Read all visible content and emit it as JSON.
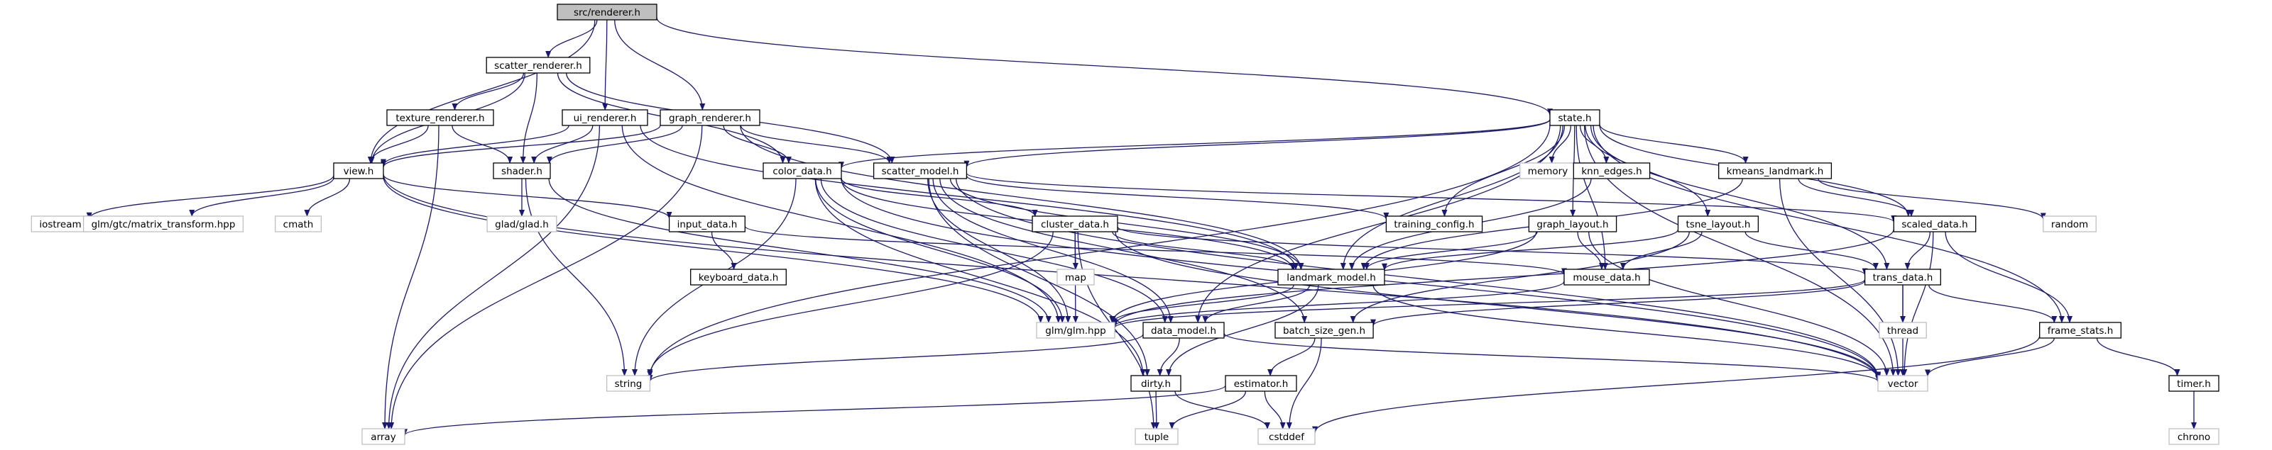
{
  "colors": {
    "edge": "#191970",
    "root_fill": "#bfbfbf",
    "header_border": "#000000",
    "system_border": "#bfbfbf",
    "node_fill": "#ffffff"
  },
  "nodes": [
    {
      "id": "renderer",
      "label": "src/renderer.h",
      "kind": "root"
    },
    {
      "id": "scatter_renderer",
      "label": "scatter_renderer.h",
      "kind": "header"
    },
    {
      "id": "texture_renderer",
      "label": "texture_renderer.h",
      "kind": "header"
    },
    {
      "id": "ui_renderer",
      "label": "ui_renderer.h",
      "kind": "header"
    },
    {
      "id": "graph_renderer",
      "label": "graph_renderer.h",
      "kind": "header"
    },
    {
      "id": "state",
      "label": "state.h",
      "kind": "header"
    },
    {
      "id": "view",
      "label": "view.h",
      "kind": "header"
    },
    {
      "id": "shader",
      "label": "shader.h",
      "kind": "header"
    },
    {
      "id": "color_data",
      "label": "color_data.h",
      "kind": "header"
    },
    {
      "id": "scatter_model",
      "label": "scatter_model.h",
      "kind": "header"
    },
    {
      "id": "memory",
      "label": "memory",
      "kind": "system"
    },
    {
      "id": "knn_edges",
      "label": "knn_edges.h",
      "kind": "header"
    },
    {
      "id": "kmeans_landmark",
      "label": "kmeans_landmark.h",
      "kind": "header"
    },
    {
      "id": "iostream",
      "label": "iostream",
      "kind": "system"
    },
    {
      "id": "glm_matrix",
      "label": "glm/gtc/matrix_transform.hpp",
      "kind": "system"
    },
    {
      "id": "cmath",
      "label": "cmath",
      "kind": "system"
    },
    {
      "id": "glad",
      "label": "glad/glad.h",
      "kind": "system"
    },
    {
      "id": "input_data",
      "label": "input_data.h",
      "kind": "header"
    },
    {
      "id": "training_config",
      "label": "training_config.h",
      "kind": "header"
    },
    {
      "id": "scaled_data",
      "label": "scaled_data.h",
      "kind": "header"
    },
    {
      "id": "random",
      "label": "random",
      "kind": "system"
    },
    {
      "id": "keyboard_data",
      "label": "keyboard_data.h",
      "kind": "header"
    },
    {
      "id": "cluster_data",
      "label": "cluster_data.h",
      "kind": "header"
    },
    {
      "id": "graph_layout",
      "label": "graph_layout.h",
      "kind": "header"
    },
    {
      "id": "tsne_layout",
      "label": "tsne_layout.h",
      "kind": "header"
    },
    {
      "id": "map",
      "label": "map",
      "kind": "system"
    },
    {
      "id": "landmark_model",
      "label": "landmark_model.h",
      "kind": "header"
    },
    {
      "id": "mouse_data",
      "label": "mouse_data.h",
      "kind": "header"
    },
    {
      "id": "trans_data",
      "label": "trans_data.h",
      "kind": "header"
    },
    {
      "id": "glm",
      "label": "glm/glm.hpp",
      "kind": "system"
    },
    {
      "id": "data_model",
      "label": "data_model.h",
      "kind": "header"
    },
    {
      "id": "batch_size_gen",
      "label": "batch_size_gen.h",
      "kind": "header"
    },
    {
      "id": "thread",
      "label": "thread",
      "kind": "system"
    },
    {
      "id": "frame_stats",
      "label": "frame_stats.h",
      "kind": "header"
    },
    {
      "id": "string",
      "label": "string",
      "kind": "system"
    },
    {
      "id": "dirty",
      "label": "dirty.h",
      "kind": "header"
    },
    {
      "id": "estimator",
      "label": "estimator.h",
      "kind": "header"
    },
    {
      "id": "vector",
      "label": "vector",
      "kind": "system"
    },
    {
      "id": "timer",
      "label": "timer.h",
      "kind": "header"
    },
    {
      "id": "array",
      "label": "array",
      "kind": "system"
    },
    {
      "id": "tuple",
      "label": "tuple",
      "kind": "system"
    },
    {
      "id": "cstddef",
      "label": "cstddef",
      "kind": "system"
    },
    {
      "id": "chrono",
      "label": "chrono",
      "kind": "system"
    }
  ],
  "edges": [
    [
      "renderer",
      "scatter_renderer"
    ],
    [
      "renderer",
      "ui_renderer"
    ],
    [
      "renderer",
      "graph_renderer"
    ],
    [
      "renderer",
      "state"
    ],
    [
      "renderer",
      "view"
    ],
    [
      "scatter_renderer",
      "texture_renderer"
    ],
    [
      "scatter_renderer",
      "view"
    ],
    [
      "scatter_renderer",
      "shader"
    ],
    [
      "scatter_renderer",
      "color_data"
    ],
    [
      "scatter_renderer",
      "scatter_model"
    ],
    [
      "texture_renderer",
      "view"
    ],
    [
      "texture_renderer",
      "shader"
    ],
    [
      "texture_renderer",
      "array"
    ],
    [
      "ui_renderer",
      "view"
    ],
    [
      "ui_renderer",
      "shader"
    ],
    [
      "ui_renderer",
      "array"
    ],
    [
      "ui_renderer",
      "landmark_model"
    ],
    [
      "ui_renderer",
      "glm"
    ],
    [
      "graph_renderer",
      "view"
    ],
    [
      "graph_renderer",
      "shader"
    ],
    [
      "graph_renderer",
      "color_data"
    ],
    [
      "graph_renderer",
      "scatter_model"
    ],
    [
      "graph_renderer",
      "landmark_model"
    ],
    [
      "graph_renderer",
      "array"
    ],
    [
      "state",
      "color_data"
    ],
    [
      "state",
      "scatter_model"
    ],
    [
      "state",
      "memory"
    ],
    [
      "state",
      "knn_edges"
    ],
    [
      "state",
      "kmeans_landmark"
    ],
    [
      "state",
      "training_config"
    ],
    [
      "state",
      "scaled_data"
    ],
    [
      "state",
      "graph_layout"
    ],
    [
      "state",
      "tsne_layout"
    ],
    [
      "state",
      "landmark_model"
    ],
    [
      "state",
      "mouse_data"
    ],
    [
      "state",
      "trans_data"
    ],
    [
      "state",
      "frame_stats"
    ],
    [
      "state",
      "vector"
    ],
    [
      "state",
      "string"
    ],
    [
      "state",
      "data_model"
    ],
    [
      "view",
      "iostream"
    ],
    [
      "view",
      "glm_matrix"
    ],
    [
      "view",
      "cmath"
    ],
    [
      "view",
      "input_data"
    ],
    [
      "view",
      "glm"
    ],
    [
      "view",
      "vector"
    ],
    [
      "shader",
      "glad"
    ],
    [
      "shader",
      "string"
    ],
    [
      "shader",
      "glm"
    ],
    [
      "input_data",
      "keyboard_data"
    ],
    [
      "input_data",
      "mouse_data"
    ],
    [
      "color_data",
      "cluster_data"
    ],
    [
      "color_data",
      "landmark_model"
    ],
    [
      "color_data",
      "glm"
    ],
    [
      "color_data",
      "vector"
    ],
    [
      "color_data",
      "string"
    ],
    [
      "color_data",
      "dirty"
    ],
    [
      "color_data",
      "data_model"
    ],
    [
      "scatter_model",
      "training_config"
    ],
    [
      "scatter_model",
      "scaled_data"
    ],
    [
      "scatter_model",
      "landmark_model"
    ],
    [
      "scatter_model",
      "glm"
    ],
    [
      "scatter_model",
      "vector"
    ],
    [
      "scatter_model",
      "data_model"
    ],
    [
      "scatter_model",
      "batch_size_gen"
    ],
    [
      "scatter_model",
      "dirty"
    ],
    [
      "knn_edges",
      "landmark_model"
    ],
    [
      "kmeans_landmark",
      "scaled_data"
    ],
    [
      "kmeans_landmark",
      "landmark_model"
    ],
    [
      "kmeans_landmark",
      "random"
    ],
    [
      "kmeans_landmark",
      "vector"
    ],
    [
      "cluster_data",
      "map"
    ],
    [
      "cluster_data",
      "glm"
    ],
    [
      "cluster_data",
      "string"
    ],
    [
      "cluster_data",
      "tuple"
    ],
    [
      "cluster_data",
      "vector"
    ],
    [
      "cluster_data",
      "landmark_model"
    ],
    [
      "cluster_data",
      "trans_data"
    ],
    [
      "graph_layout",
      "landmark_model"
    ],
    [
      "graph_layout",
      "mouse_data"
    ],
    [
      "graph_layout",
      "glm"
    ],
    [
      "graph_layout",
      "vector"
    ],
    [
      "tsne_layout",
      "landmark_model"
    ],
    [
      "tsne_layout",
      "mouse_data"
    ],
    [
      "tsne_layout",
      "trans_data"
    ],
    [
      "tsne_layout",
      "batch_size_gen"
    ],
    [
      "scaled_data",
      "trans_data"
    ],
    [
      "scaled_data",
      "frame_stats"
    ],
    [
      "scaled_data",
      "vector"
    ],
    [
      "scaled_data",
      "glm"
    ],
    [
      "landmark_model",
      "glm"
    ],
    [
      "landmark_model",
      "data_model"
    ],
    [
      "landmark_model",
      "vector"
    ],
    [
      "landmark_model",
      "dirty"
    ],
    [
      "mouse_data",
      "glm"
    ],
    [
      "trans_data",
      "thread"
    ],
    [
      "trans_data",
      "frame_stats"
    ],
    [
      "trans_data",
      "glm"
    ],
    [
      "trans_data",
      "batch_size_gen"
    ],
    [
      "trans_data",
      "vector"
    ],
    [
      "data_model",
      "dirty"
    ],
    [
      "data_model",
      "string"
    ],
    [
      "data_model",
      "vector"
    ],
    [
      "batch_size_gen",
      "estimator"
    ],
    [
      "batch_size_gen",
      "cstddef"
    ],
    [
      "frame_stats",
      "timer"
    ],
    [
      "frame_stats",
      "vector"
    ],
    [
      "frame_stats",
      "cstddef"
    ],
    [
      "dirty",
      "tuple"
    ],
    [
      "dirty",
      "cstddef"
    ],
    [
      "estimator",
      "array"
    ],
    [
      "estimator",
      "tuple"
    ],
    [
      "estimator",
      "cstddef"
    ],
    [
      "timer",
      "chrono"
    ]
  ]
}
